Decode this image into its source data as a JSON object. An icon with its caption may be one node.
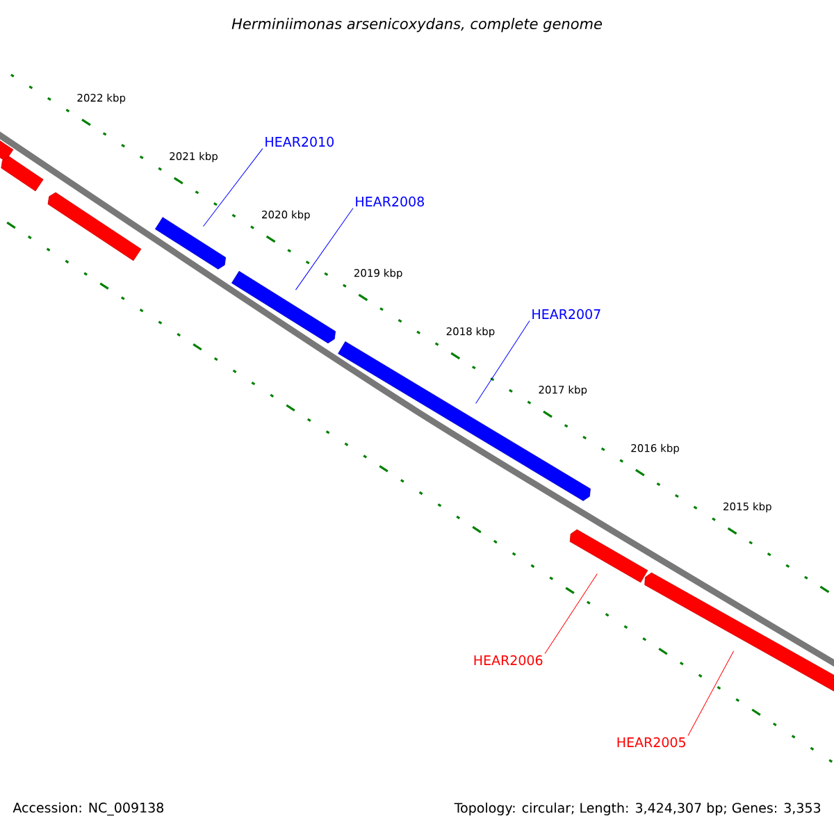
{
  "diagram": {
    "title": "Herminiimonas arsenicoxydans, complete genome",
    "nodes": [
      {
        "text": [],
        "shape": "bar"
      },
      {
        "text": [],
        "shape": "bar"
      },
      {
        "text": [],
        "shape": "bar"
      },
      {
        "text": [
          "HEAR2010"
        ]
      },
      {
        "text": [],
        "shape": "bar"
      },
      {
        "text": [
          "HEAR2008"
        ]
      },
      {
        "text": [],
        "shape": "bar"
      },
      {
        "text": [
          "HEAR2007"
        ]
      },
      {
        "text": [],
        "shape": "bar"
      },
      {
        "text": [],
        "shape": "bar"
      },
      {
        "text": [
          "HEAR2006"
        ]
      },
      {
        "text": [],
        "shape": "bar"
      },
      {
        "text": [
          "HEAR2005"
        ]
      }
    ],
    "edges": [
      {
        "from": 3,
        "to": 4,
        "arrow": "none"
      },
      {
        "from": 5,
        "to": 6,
        "arrow": "none"
      },
      {
        "from": 7,
        "to": 8,
        "arrow": "none"
      },
      {
        "from": 10,
        "to": 9,
        "arrow": "none",
        "color": "#ff0000"
      },
      {
        "from": 12,
        "to": 11,
        "arrow": "none",
        "color": "#ff0000"
      }
    ],
    "labels": [
      "2022 kbp",
      "2021 kbp",
      "2020 kbp",
      "2019 kbp",
      "2018 kbp",
      "2017 kbp",
      "2016 kbp",
      "2015 kbp",
      "Accession: NC_009138",
      "Topology: circular; Length: 3,424,307 bp; Genes: 3,353"
    ]
  }
}
